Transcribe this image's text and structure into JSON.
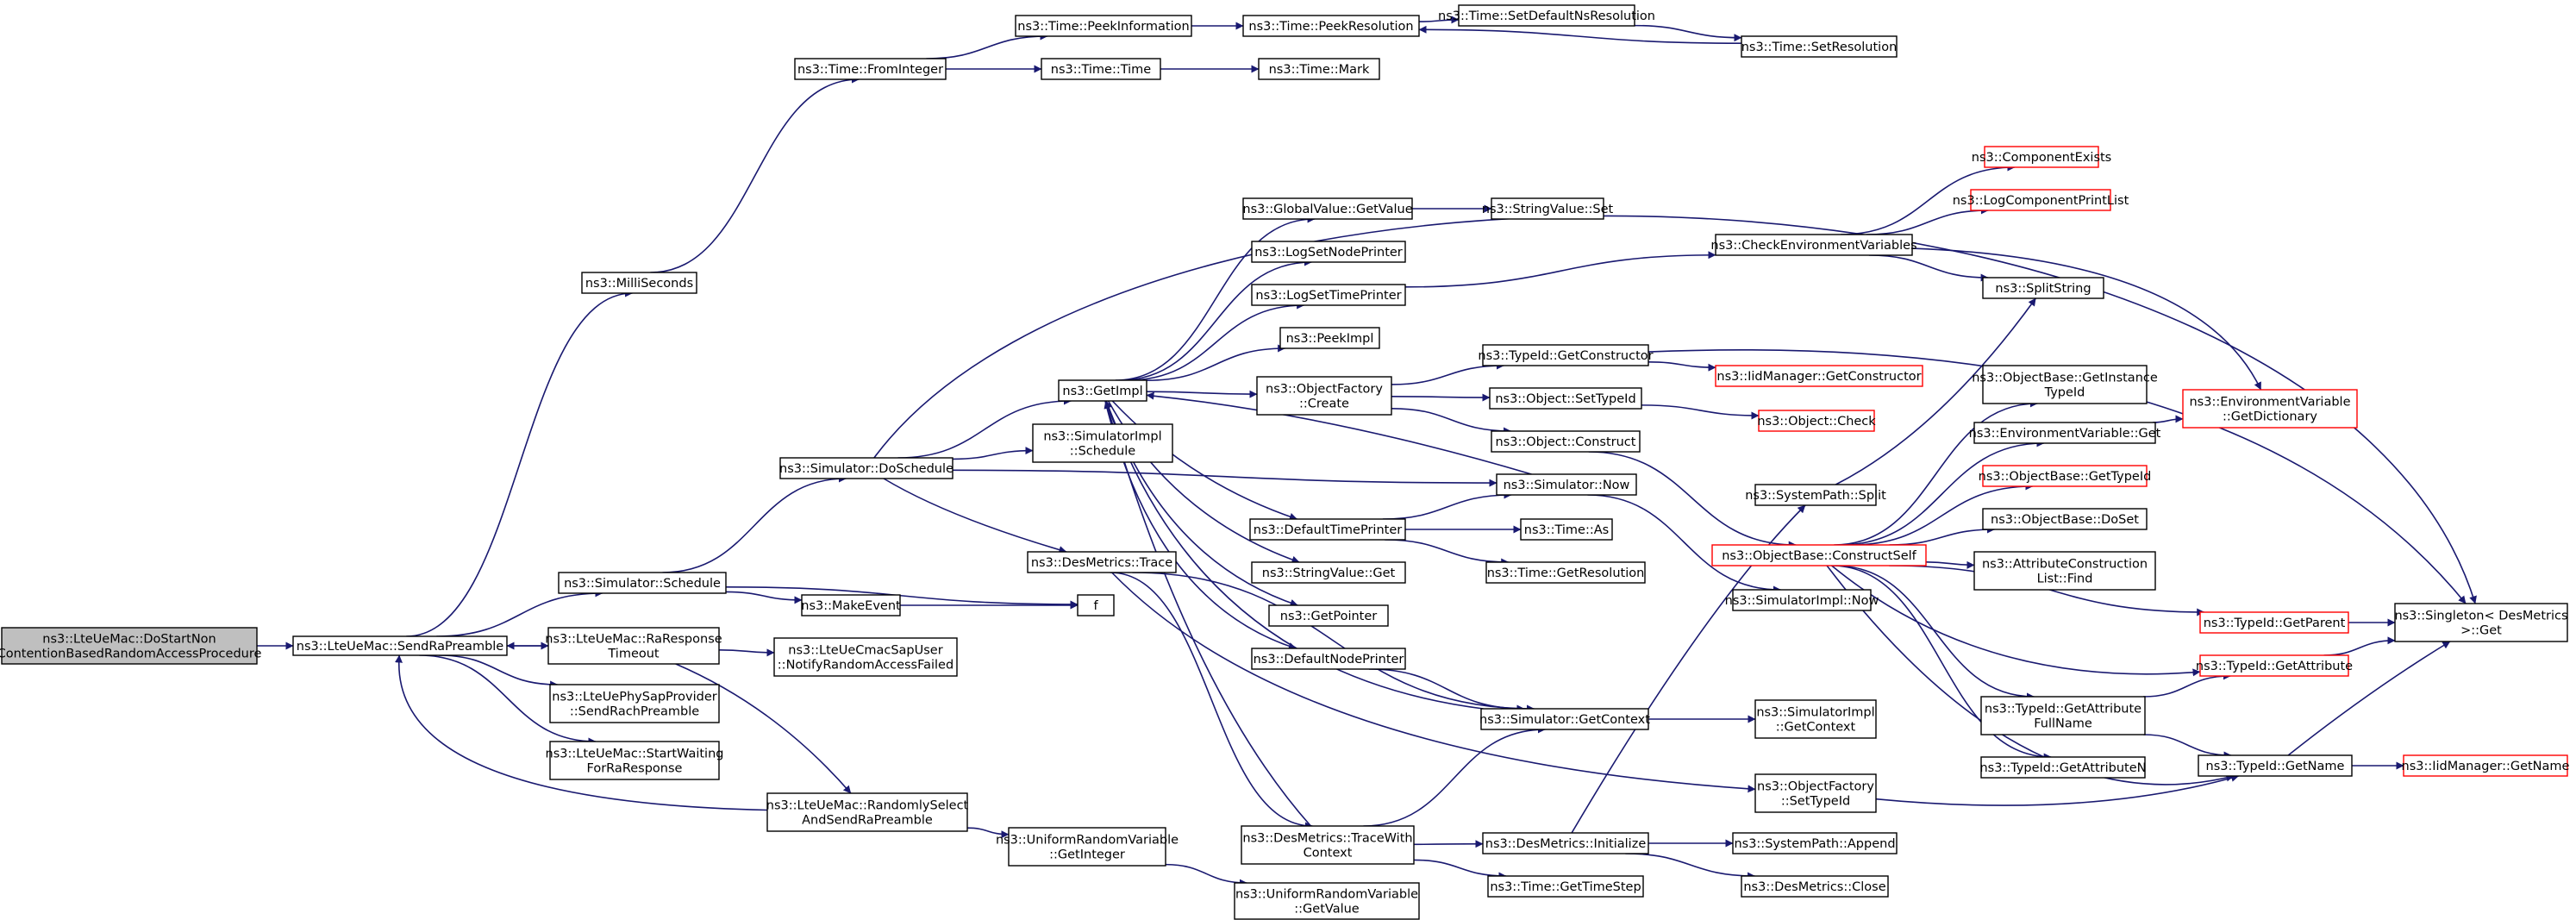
{
  "graph": {
    "type": "call-graph",
    "colors": {
      "edge": "#191970",
      "node_border": "#000000",
      "incomplete_border": "#ff0000",
      "root_fill": "#bfbfbf",
      "node_fill": "#ffffff"
    },
    "nodes": [
      {
        "id": "n0",
        "lines": [
          "ns3::LteUeMac::DoStartNon",
          "ContentionBasedRandomAccessProcedure"
        ],
        "root": true
      },
      {
        "id": "n1",
        "lines": [
          "ns3::LteUeMac::SendRaPreamble"
        ]
      },
      {
        "id": "n2",
        "lines": [
          "ns3::MilliSeconds"
        ]
      },
      {
        "id": "n3",
        "lines": [
          "ns3::Time::FromInteger"
        ]
      },
      {
        "id": "n4",
        "lines": [
          "ns3::Time::PeekInformation"
        ]
      },
      {
        "id": "n5",
        "lines": [
          "ns3::Time::PeekResolution"
        ]
      },
      {
        "id": "n6",
        "lines": [
          "ns3::Time::SetDefaultNsResolution"
        ]
      },
      {
        "id": "n7",
        "lines": [
          "ns3::Time::SetResolution"
        ]
      },
      {
        "id": "n8",
        "lines": [
          "ns3::Time::Time"
        ]
      },
      {
        "id": "n9",
        "lines": [
          "ns3::Time::Mark"
        ]
      },
      {
        "id": "n10",
        "lines": [
          "ns3::Simulator::Schedule"
        ]
      },
      {
        "id": "n11",
        "lines": [
          "ns3::Simulator::DoSchedule"
        ]
      },
      {
        "id": "n12",
        "lines": [
          "ns3::GetImpl"
        ]
      },
      {
        "id": "n13",
        "lines": [
          "ns3::GlobalValue::GetValue"
        ]
      },
      {
        "id": "n14",
        "lines": [
          "ns3::StringValue::Set"
        ]
      },
      {
        "id": "n15",
        "lines": [
          "ns3::LogSetNodePrinter"
        ]
      },
      {
        "id": "n16",
        "lines": [
          "ns3::LogSetTimePrinter"
        ]
      },
      {
        "id": "n17",
        "lines": [
          "ns3::CheckEnvironmentVariables"
        ]
      },
      {
        "id": "n18",
        "lines": [
          "ns3::ComponentExists"
        ],
        "incomplete": true
      },
      {
        "id": "n19",
        "lines": [
          "ns3::LogComponentPrintList"
        ],
        "incomplete": true
      },
      {
        "id": "n20",
        "lines": [
          "ns3::SplitString"
        ]
      },
      {
        "id": "n21",
        "lines": [
          "ns3::PeekImpl"
        ]
      },
      {
        "id": "n22",
        "lines": [
          "ns3::ObjectFactory",
          "::Create"
        ]
      },
      {
        "id": "n23",
        "lines": [
          "ns3::TypeId::GetConstructor"
        ]
      },
      {
        "id": "n24",
        "lines": [
          "ns3::IidManager::GetConstructor"
        ],
        "incomplete": true
      },
      {
        "id": "n25",
        "lines": [
          "ns3::Object::SetTypeId"
        ]
      },
      {
        "id": "n26",
        "lines": [
          "ns3::Object::Check"
        ],
        "incomplete": true
      },
      {
        "id": "n27",
        "lines": [
          "ns3::Object::Construct"
        ]
      },
      {
        "id": "n28",
        "lines": [
          "ns3::SimulatorImpl",
          "::Schedule"
        ]
      },
      {
        "id": "n29",
        "lines": [
          "ns3::Simulator::Now"
        ]
      },
      {
        "id": "n30",
        "lines": [
          "ns3::SimulatorImpl::Now"
        ]
      },
      {
        "id": "n31",
        "lines": [
          "ns3::DefaultTimePrinter"
        ]
      },
      {
        "id": "n32",
        "lines": [
          "ns3::Time::As"
        ]
      },
      {
        "id": "n33",
        "lines": [
          "ns3::Time::GetResolution"
        ]
      },
      {
        "id": "n34",
        "lines": [
          "ns3::StringValue::Get"
        ]
      },
      {
        "id": "n35",
        "lines": [
          "ns3::GetPointer"
        ]
      },
      {
        "id": "n36",
        "lines": [
          "ns3::DefaultNodePrinter"
        ]
      },
      {
        "id": "n37",
        "lines": [
          "ns3::Simulator::GetContext"
        ]
      },
      {
        "id": "n38",
        "lines": [
          "ns3::SimulatorImpl",
          "::GetContext"
        ]
      },
      {
        "id": "n39",
        "lines": [
          "ns3::DesMetrics::Trace"
        ]
      },
      {
        "id": "n40",
        "lines": [
          "ns3::DesMetrics::TraceWith",
          "Context"
        ]
      },
      {
        "id": "n41",
        "lines": [
          "ns3::DesMetrics::Initialize"
        ]
      },
      {
        "id": "n42",
        "lines": [
          "ns3::SystemPath::Split"
        ]
      },
      {
        "id": "n43",
        "lines": [
          "ns3::SystemPath::Append"
        ]
      },
      {
        "id": "n44",
        "lines": [
          "ns3::DesMetrics::Close"
        ]
      },
      {
        "id": "n45",
        "lines": [
          "ns3::Time::GetTimeStep"
        ]
      },
      {
        "id": "n46",
        "lines": [
          "ns3::ObjectFactory",
          "::SetTypeId"
        ]
      },
      {
        "id": "n47",
        "lines": [
          "ns3::ObjectBase::ConstructSelf"
        ],
        "incomplete": true
      },
      {
        "id": "n48",
        "lines": [
          "ns3::ObjectBase::GetInstance",
          "TypeId"
        ]
      },
      {
        "id": "n49",
        "lines": [
          "ns3::EnvironmentVariable::Get"
        ]
      },
      {
        "id": "n50",
        "lines": [
          "ns3::EnvironmentVariable",
          "::GetDictionary"
        ],
        "incomplete": true
      },
      {
        "id": "n51",
        "lines": [
          "ns3::ObjectBase::GetTypeId"
        ],
        "incomplete": true
      },
      {
        "id": "n52",
        "lines": [
          "ns3::ObjectBase::DoSet"
        ]
      },
      {
        "id": "n53",
        "lines": [
          "ns3::AttributeConstruction",
          "List::Find"
        ]
      },
      {
        "id": "n54",
        "lines": [
          "ns3::TypeId::GetParent"
        ],
        "incomplete": true
      },
      {
        "id": "n55",
        "lines": [
          "ns3::TypeId::GetAttribute"
        ],
        "incomplete": true
      },
      {
        "id": "n56",
        "lines": [
          "ns3::TypeId::GetAttribute",
          "FullName"
        ]
      },
      {
        "id": "n57",
        "lines": [
          "ns3::TypeId::GetAttributeN"
        ]
      },
      {
        "id": "n58",
        "lines": [
          "ns3::TypeId::GetName"
        ]
      },
      {
        "id": "n59",
        "lines": [
          "ns3::IidManager::GetName"
        ],
        "incomplete": true
      },
      {
        "id": "n60",
        "lines": [
          "ns3::Singleton< DesMetrics",
          " >::Get"
        ]
      },
      {
        "id": "n61",
        "lines": [
          "ns3::MakeEvent"
        ]
      },
      {
        "id": "n62",
        "lines": [
          "f"
        ]
      },
      {
        "id": "n63",
        "lines": [
          "ns3::LteUeMac::RaResponse",
          "Timeout"
        ]
      },
      {
        "id": "n64",
        "lines": [
          "ns3::LteUeCmacSapUser",
          "::NotifyRandomAccessFailed"
        ]
      },
      {
        "id": "n65",
        "lines": [
          "ns3::LteUePhySapProvider",
          "::SendRachPreamble"
        ]
      },
      {
        "id": "n66",
        "lines": [
          "ns3::LteUeMac::StartWaiting",
          "ForRaResponse"
        ]
      },
      {
        "id": "n67",
        "lines": [
          "ns3::LteUeMac::RandomlySelect",
          "AndSendRaPreamble"
        ]
      },
      {
        "id": "n68",
        "lines": [
          "ns3::UniformRandomVariable",
          "::GetInteger"
        ]
      },
      {
        "id": "n69",
        "lines": [
          "ns3::UniformRandomVariable",
          "::GetValue"
        ]
      }
    ],
    "edges": [
      [
        "n0",
        "n1"
      ],
      [
        "n1",
        "n2"
      ],
      [
        "n2",
        "n3"
      ],
      [
        "n3",
        "n4"
      ],
      [
        "n3",
        "n8"
      ],
      [
        "n4",
        "n5"
      ],
      [
        "n5",
        "n6"
      ],
      [
        "n6",
        "n7"
      ],
      [
        "n7",
        "n5"
      ],
      [
        "n8",
        "n9"
      ],
      [
        "n1",
        "n10"
      ],
      [
        "n1",
        "n63"
      ],
      [
        "n1",
        "n65"
      ],
      [
        "n1",
        "n66"
      ],
      [
        "n10",
        "n11"
      ],
      [
        "n10",
        "n61"
      ],
      [
        "n61",
        "n62"
      ],
      [
        "n10",
        "n62"
      ],
      [
        "n11",
        "n12"
      ],
      [
        "n11",
        "n28"
      ],
      [
        "n11",
        "n29"
      ],
      [
        "n11",
        "n39"
      ],
      [
        "n11",
        "n60"
      ],
      [
        "n12",
        "n13"
      ],
      [
        "n12",
        "n15"
      ],
      [
        "n12",
        "n16"
      ],
      [
        "n12",
        "n21"
      ],
      [
        "n12",
        "n22"
      ],
      [
        "n12",
        "n31"
      ],
      [
        "n12",
        "n34"
      ],
      [
        "n12",
        "n35"
      ],
      [
        "n12",
        "n36"
      ],
      [
        "n13",
        "n14"
      ],
      [
        "n16",
        "n17"
      ],
      [
        "n17",
        "n18"
      ],
      [
        "n17",
        "n19"
      ],
      [
        "n17",
        "n20"
      ],
      [
        "n17",
        "n50"
      ],
      [
        "n22",
        "n23"
      ],
      [
        "n22",
        "n25"
      ],
      [
        "n22",
        "n27"
      ],
      [
        "n23",
        "n24"
      ],
      [
        "n23",
        "n60"
      ],
      [
        "n25",
        "n26"
      ],
      [
        "n27",
        "n47"
      ],
      [
        "n29",
        "n12"
      ],
      [
        "n29",
        "n30"
      ],
      [
        "n31",
        "n29"
      ],
      [
        "n31",
        "n32"
      ],
      [
        "n31",
        "n33"
      ],
      [
        "n36",
        "n37"
      ],
      [
        "n37",
        "n12"
      ],
      [
        "n37",
        "n38"
      ],
      [
        "n39",
        "n37"
      ],
      [
        "n39",
        "n40"
      ],
      [
        "n39",
        "n46"
      ],
      [
        "n40",
        "n12"
      ],
      [
        "n40",
        "n37"
      ],
      [
        "n40",
        "n41"
      ],
      [
        "n40",
        "n45"
      ],
      [
        "n41",
        "n42"
      ],
      [
        "n41",
        "n43"
      ],
      [
        "n41",
        "n44"
      ],
      [
        "n42",
        "n20"
      ],
      [
        "n46",
        "n58"
      ],
      [
        "n47",
        "n48"
      ],
      [
        "n47",
        "n49"
      ],
      [
        "n47",
        "n51"
      ],
      [
        "n47",
        "n52"
      ],
      [
        "n47",
        "n53"
      ],
      [
        "n47",
        "n54"
      ],
      [
        "n47",
        "n55"
      ],
      [
        "n47",
        "n56"
      ],
      [
        "n47",
        "n57"
      ],
      [
        "n47",
        "n58"
      ],
      [
        "n49",
        "n50"
      ],
      [
        "n54",
        "n60"
      ],
      [
        "n55",
        "n60"
      ],
      [
        "n56",
        "n55"
      ],
      [
        "n56",
        "n58"
      ],
      [
        "n58",
        "n59"
      ],
      [
        "n58",
        "n60"
      ],
      [
        "n63",
        "n1"
      ],
      [
        "n63",
        "n64"
      ],
      [
        "n63",
        "n67"
      ],
      [
        "n67",
        "n1"
      ],
      [
        "n67",
        "n68"
      ],
      [
        "n68",
        "n69"
      ]
    ]
  }
}
